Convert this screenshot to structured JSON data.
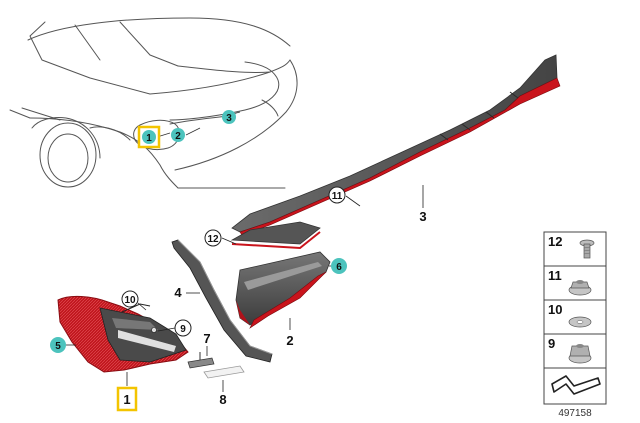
{
  "diagram_id": "497158",
  "colors": {
    "highlight": "#f3c400",
    "teal": "#4cc3bd",
    "lens_red": "#c9141c",
    "dark_red": "#8a0c12",
    "housing": "#4a4a4a",
    "line": "#222222"
  },
  "callouts": {
    "car_1": "1",
    "car_2": "2",
    "car_3": "3",
    "part_3": "3",
    "part_11": "11",
    "part_12": "12",
    "part_6": "6",
    "part_4": "4",
    "part_2": "2",
    "part_10": "10",
    "part_9": "9",
    "part_5": "5",
    "part_7": "7",
    "part_8": "8",
    "part_1": "1"
  },
  "legend": [
    {
      "number": "12",
      "icon": "screw-icon"
    },
    {
      "number": "11",
      "icon": "hex-nut-icon"
    },
    {
      "number": "10",
      "icon": "washer-icon"
    },
    {
      "number": "9",
      "icon": "hex-nut-icon"
    },
    {
      "number": "",
      "icon": "gasket-profile-icon"
    }
  ]
}
